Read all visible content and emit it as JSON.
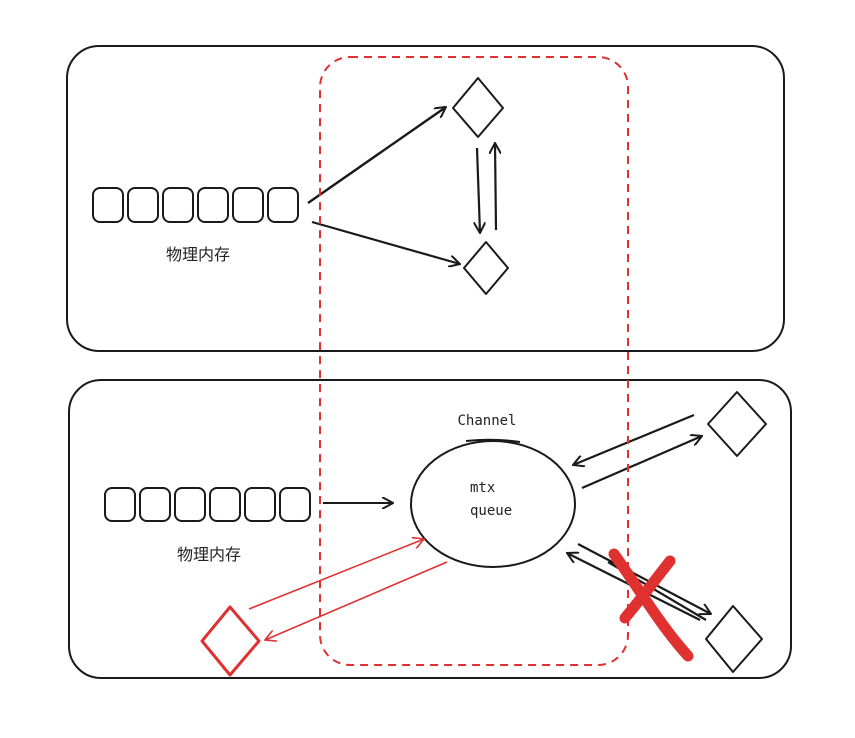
{
  "top_panel": {
    "memory_label": "物理内存",
    "memory_cell_count": 6
  },
  "bottom_panel": {
    "memory_label": "物理内存",
    "memory_cell_count": 6,
    "channel_title": "Channel",
    "channel_line1": "mtx",
    "channel_line2": "queue"
  },
  "colors": {
    "stroke": "#1a1a1a",
    "highlight": "#e03131"
  }
}
